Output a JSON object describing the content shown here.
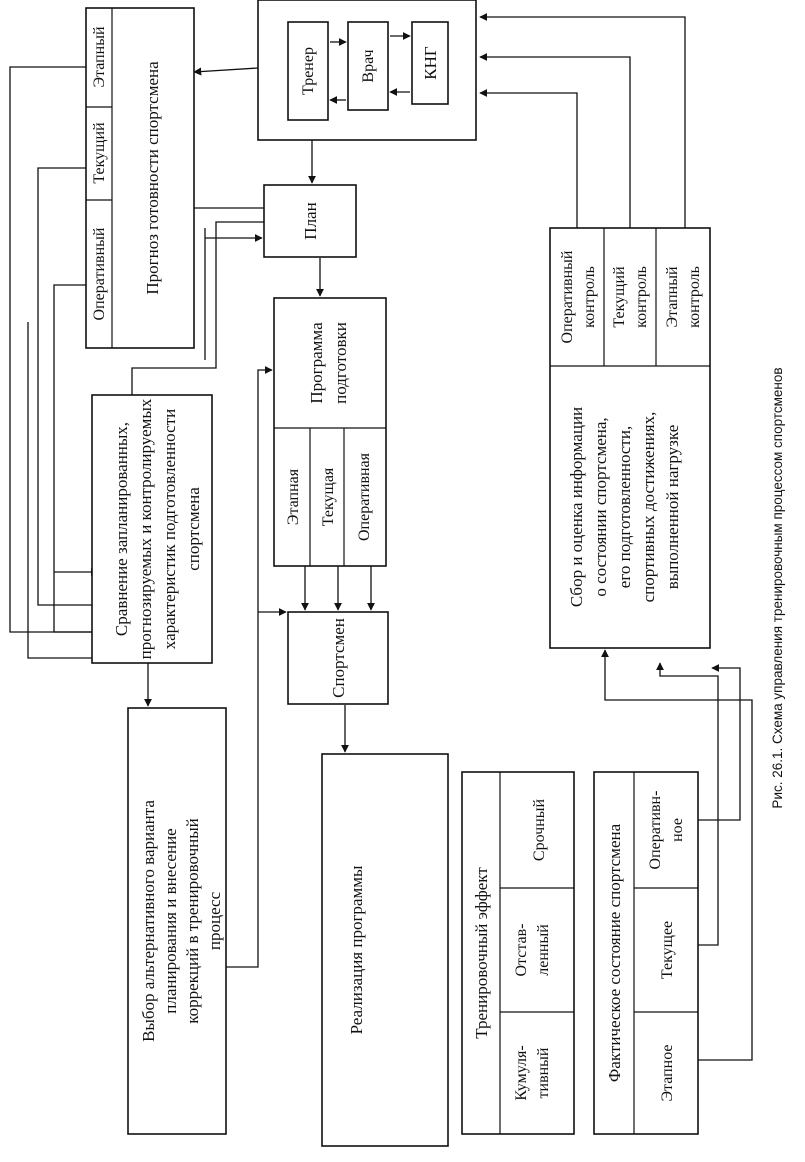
{
  "caption": "Рис. 26.1. Схема управления тренировочным процессом спортсменов",
  "team": {
    "trainer": "Тренер",
    "doctor": "Врач",
    "kng": "КНГ"
  },
  "forecast": {
    "title": "Прогноз готовности спортсмена",
    "stage": "Этапный",
    "current": "Текущий",
    "operative": "Оперативный"
  },
  "plan": "План",
  "program": {
    "title_line1": "Программа",
    "title_line2": "подготовки",
    "stage": "Этапная",
    "current": "Текущая",
    "operative": "Оперативная"
  },
  "athlete": "Спортсмен",
  "realization": "Реализация программы",
  "comparison": {
    "line1": "Сравнение  запланированных,",
    "line2": "прогнозируемых и контролируемых",
    "line3": "характеристик подготовленности",
    "line4": "спортсмена"
  },
  "alternative": {
    "line1": "Выбор альтернативного варианта",
    "line2": "планирования и внесение",
    "line3": "коррекций в тренировочный",
    "line4": "процесс"
  },
  "training_effect": {
    "title": "Тренировочный эффект",
    "urgent": "Срочный",
    "delayed_line1": "Отстав-",
    "delayed_line2": "ленный",
    "cumulative_line1": "Кумуля-",
    "cumulative_line2": "тивный"
  },
  "collection": {
    "line1": "Сбор и оценка информации",
    "line2": "о состоянии спортсмена,",
    "line3": "его подготовленности,",
    "line4": "спортивных достижениях,",
    "line5": "выполненной нагрузке",
    "operative_line1": "Оперативный",
    "operative_line2": "контроль",
    "current_line1": "Текущий",
    "current_line2": "контроль",
    "stage_line1": "Этапный",
    "stage_line2": "контроль"
  },
  "actual_state": {
    "title": "Фактическое состояние спортсмена",
    "operative_line1": "Оперативн-",
    "operative_line2": "ное",
    "current": "Текущее",
    "stage": "Этапное"
  }
}
